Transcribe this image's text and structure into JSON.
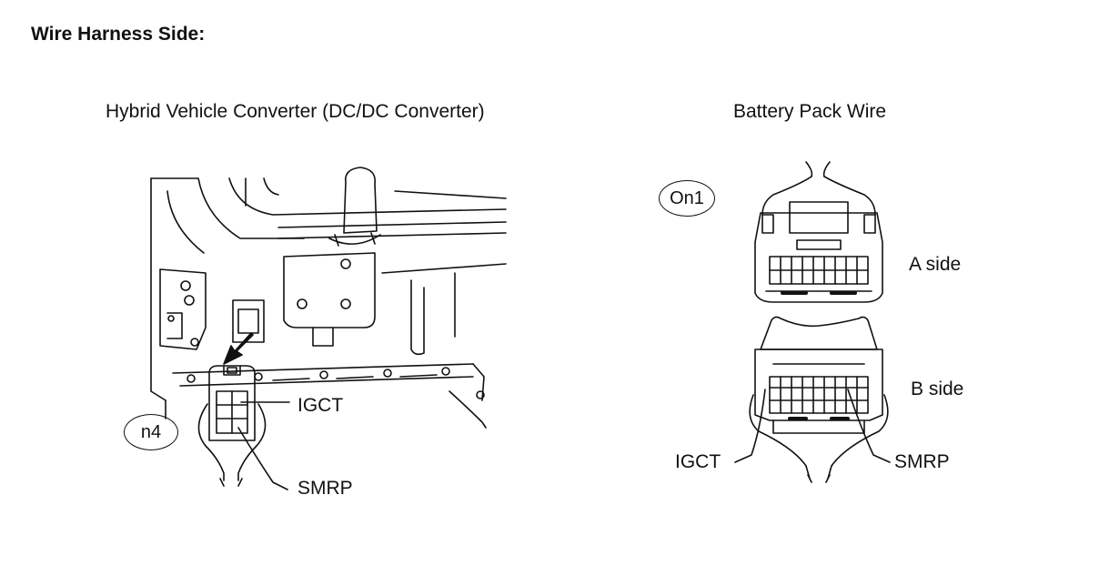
{
  "heading": "Wire Harness Side:",
  "left_panel": {
    "title": "Hybrid Vehicle Converter (DC/DC Converter)",
    "connector_code": "n4",
    "terminals": {
      "igct": "IGCT",
      "smrp": "SMRP"
    }
  },
  "right_panel": {
    "title": "Battery Pack Wire",
    "connector_code": "On1",
    "a_side": "A side",
    "b_side": "B side",
    "terminals": {
      "igct": "IGCT",
      "smrp": "SMRP"
    }
  },
  "colors": {
    "line": "#111111",
    "background": "#ffffff"
  }
}
